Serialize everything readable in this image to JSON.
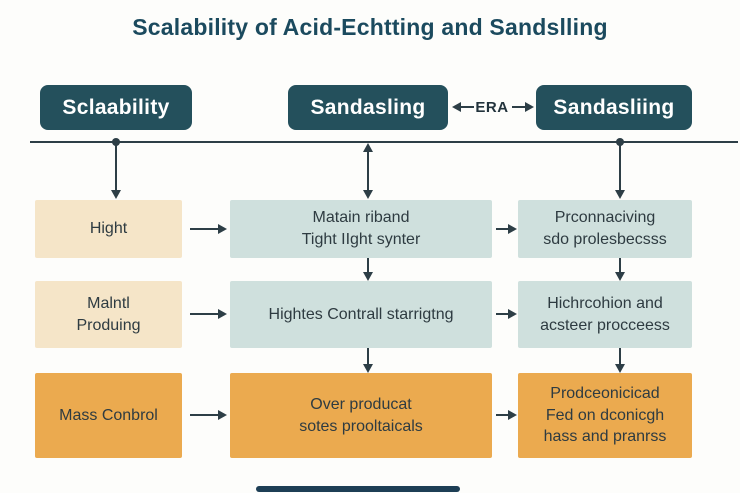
{
  "title": "Scalability of Acid-Echtting and Sandslling",
  "timeline": {
    "era_label": "ERA"
  },
  "headers": [
    {
      "label": "Sclaability"
    },
    {
      "label": "Sandasling"
    },
    {
      "label": "Sandasliing"
    }
  ],
  "rows": [
    {
      "cells": [
        {
          "text": "Hight"
        },
        {
          "text": "Matain riband\nTight IIght synter"
        },
        {
          "text": "Prconnaciving\nsdo prolesbecsss"
        }
      ]
    },
    {
      "cells": [
        {
          "text": "Malntl\nProduing"
        },
        {
          "text": "Hightes Contrall starrigtng"
        },
        {
          "text": "Hichrcohion and\nacsteer procceess"
        }
      ]
    },
    {
      "cells": [
        {
          "text": "Mass Conbrol"
        },
        {
          "text": "Over producat\nsotes prooltaicals"
        },
        {
          "text": "Prodceonicicad\nFed on dconicgh\nhass and pranrss"
        }
      ]
    }
  ],
  "colors": {
    "header_bg": "#24505c",
    "header_text": "#ffffff",
    "title_color": "#1b4a5e",
    "line_color": "#2d3e46",
    "cell_text": "#2e3b41",
    "cream": "#f5e5c8",
    "teal_light": "#cfe0dd",
    "orange": "#ebaa4f"
  }
}
